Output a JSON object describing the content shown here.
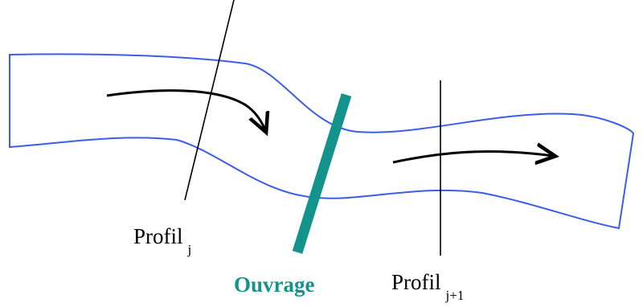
{
  "labels": {
    "profil_j": {
      "text": "Profil",
      "subscript": "j"
    },
    "profil_j1": {
      "text": "Profil",
      "subscript": "j+1"
    },
    "ouvrage": "Ouvrage"
  },
  "colors": {
    "channel": "#3a5ee8",
    "ouvrage": "#13938c",
    "profile_line": "#000000",
    "arrow": "#000000",
    "text": "#000000",
    "background": "#ffffff"
  }
}
